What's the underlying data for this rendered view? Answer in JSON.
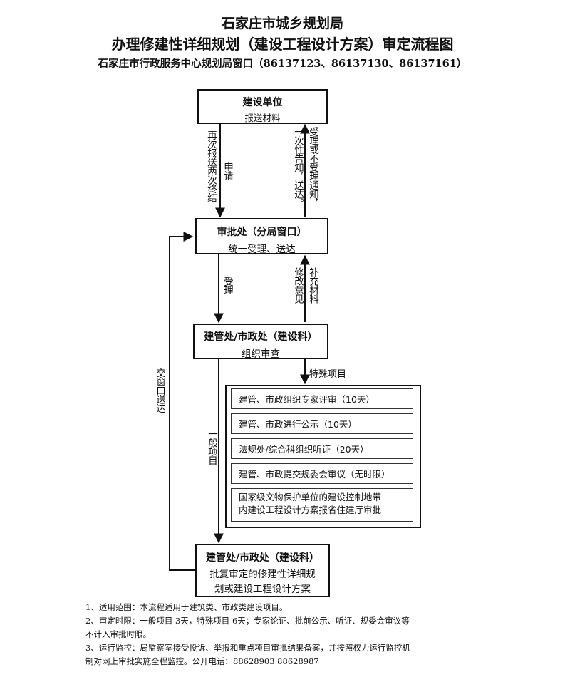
{
  "header": {
    "title1": "石家庄市城乡规划局",
    "title2": "办理修建性详细规划（建设工程设计方案）审定流程图",
    "title3": "石家庄市行政服务中心规划局窗口（86137123、86137130、86137161）"
  },
  "boxes": {
    "unit": {
      "title": "建设单位",
      "sub": "报送材料"
    },
    "approval": {
      "title": "审批处（分局窗口）",
      "sub": "统一受理、送达"
    },
    "construction": {
      "title": "建管处/市政处（建设科）",
      "sub": "组织审查"
    },
    "final": {
      "title": "建管处/市政处（建设科）",
      "sub1": "批复审定的修建性详细规",
      "sub2": "划或建设工程设计方案"
    }
  },
  "labels": {
    "resubmit": "再次报送两次终结",
    "apply": "申请",
    "notify": "受理或不受理通知，",
    "one_time": "一次性告知，送达。",
    "accept": "受理",
    "revise": "修改意见",
    "supplement": "补充材料",
    "special": "特殊项目",
    "general": "一般项目",
    "window_send": "交窗口送达"
  },
  "special_items": [
    "建管、市政组织专家评审（10天）",
    "建管、市政进行公示（10天）",
    "法规处/综合科组织听证（20天）",
    "建管、市政提交规委会审议（无时限）"
  ],
  "special_item5": {
    "line1": "国家级文物保护单位的建设控制地带",
    "line2": "内建设工程设计方案报省住建厅审批"
  },
  "notes": [
    "1、适用范围：本流程适用于建筑类、市政类建设项目。",
    "2、审定时限：一般项目 3天，特殊项目 6天；专家论证、批前公示、听证、规委会审议等",
    "不计入审批时限。",
    "3、运行监控：局监察室接受投诉、举报和重点项目审批结果备案，并按照权力运行监控机",
    "制对网上审批实施全程监控。公开电话：88628903 88628987"
  ]
}
